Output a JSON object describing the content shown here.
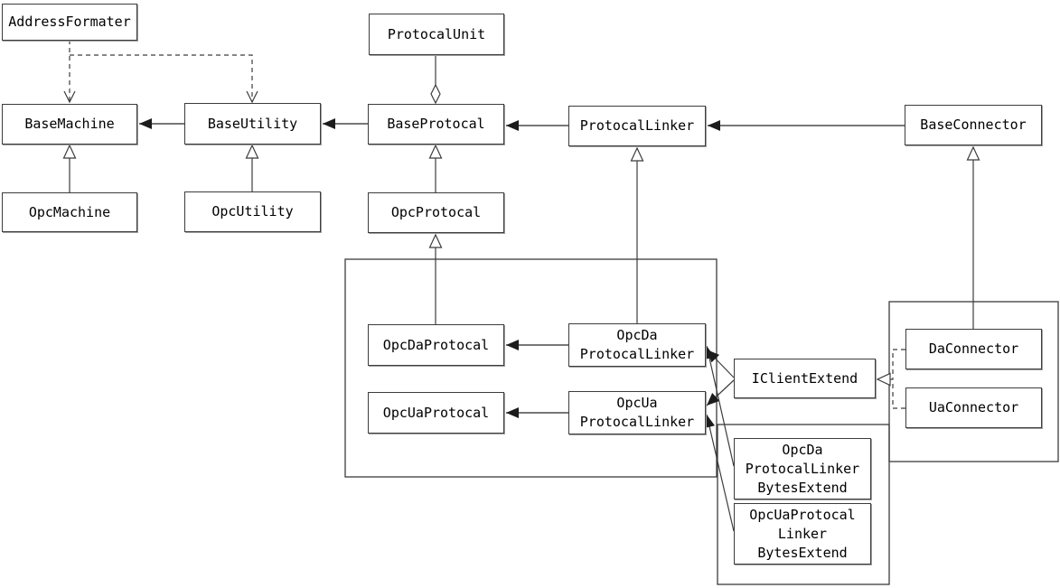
{
  "diagram": {
    "type": "uml-class-diagram",
    "colors": {
      "background": "#ffffff",
      "line": "#3c3c3c",
      "box_border": "#3c3c3c",
      "box_fill": "#ffffff",
      "text": "#000000"
    },
    "nodes": [
      {
        "id": "address-formater",
        "label": "AddressFormater"
      },
      {
        "id": "protocal-unit",
        "label": "ProtocalUnit"
      },
      {
        "id": "base-machine",
        "label": "BaseMachine"
      },
      {
        "id": "base-utility",
        "label": "BaseUtility"
      },
      {
        "id": "base-protocal",
        "label": "BaseProtocal"
      },
      {
        "id": "protocal-linker",
        "label": "ProtocalLinker"
      },
      {
        "id": "base-connector",
        "label": "BaseConnector"
      },
      {
        "id": "opc-machine",
        "label": "OpcMachine"
      },
      {
        "id": "opc-utility",
        "label": "OpcUtility"
      },
      {
        "id": "opc-protocal",
        "label": "OpcProtocal"
      },
      {
        "id": "opc-da-protocal",
        "label": "OpcDaProtocal"
      },
      {
        "id": "opc-da-protocal-linker",
        "label": "OpcDa\nProtocalLinker"
      },
      {
        "id": "opc-ua-protocal",
        "label": "OpcUaProtocal"
      },
      {
        "id": "opc-ua-protocal-linker",
        "label": "OpcUa\nProtocalLinker"
      },
      {
        "id": "i-client-extend",
        "label": "IClientExtend"
      },
      {
        "id": "da-connector",
        "label": "DaConnector"
      },
      {
        "id": "ua-connector",
        "label": "UaConnector"
      },
      {
        "id": "opc-da-protocal-linker-bytes-extend",
        "label": "OpcDa\nProtocalLinker\nBytesExtend"
      },
      {
        "id": "opc-ua-protocal-linker-bytes-extend",
        "label": "OpcUaProtocal\nLinker\nBytesExtend"
      }
    ],
    "relations": [
      {
        "from": "AddressFormater",
        "to": "BaseMachine",
        "type": "dependency"
      },
      {
        "from": "AddressFormater",
        "to": "BaseUtility",
        "type": "dependency"
      },
      {
        "from": "BaseUtility",
        "to": "BaseMachine",
        "type": "directed-association"
      },
      {
        "from": "BaseProtocal",
        "to": "BaseUtility",
        "type": "directed-association"
      },
      {
        "from": "ProtocalLinker",
        "to": "BaseProtocal",
        "type": "directed-association"
      },
      {
        "from": "BaseConnector",
        "to": "ProtocalLinker",
        "type": "directed-association"
      },
      {
        "from": "ProtocalUnit",
        "to": "BaseProtocal",
        "type": "aggregation"
      },
      {
        "from": "OpcMachine",
        "to": "BaseMachine",
        "type": "inheritance"
      },
      {
        "from": "OpcUtility",
        "to": "BaseUtility",
        "type": "inheritance"
      },
      {
        "from": "OpcProtocal",
        "to": "BaseProtocal",
        "type": "inheritance"
      },
      {
        "from": "OpcDaProtocal",
        "to": "OpcProtocal",
        "type": "inheritance"
      },
      {
        "from": "OpcDaProtocalLinker",
        "to": "ProtocalLinker",
        "type": "inheritance"
      },
      {
        "from": "DaConnector",
        "to": "BaseConnector",
        "type": "inheritance"
      },
      {
        "from": "OpcDaProtocalLinker",
        "to": "OpcDaProtocal",
        "type": "directed-association"
      },
      {
        "from": "OpcUaProtocalLinker",
        "to": "OpcUaProtocal",
        "type": "directed-association"
      },
      {
        "from": "IClientExtend",
        "to": "OpcDaProtocalLinker",
        "type": "directed-association"
      },
      {
        "from": "IClientExtend",
        "to": "OpcUaProtocalLinker",
        "type": "directed-association"
      },
      {
        "from": "OpcDaProtocalLinkerBytesExtend",
        "to": "OpcDaProtocalLinker",
        "type": "directed-association"
      },
      {
        "from": "OpcUaProtocalLinkerBytesExtend",
        "to": "OpcUaProtocalLinker",
        "type": "directed-association"
      },
      {
        "from": "DaConnector",
        "to": "IClientExtend",
        "type": "realization"
      },
      {
        "from": "UaConnector",
        "to": "IClientExtend",
        "type": "realization"
      }
    ],
    "groups": [
      {
        "id": "opc-protocal-group",
        "members": [
          "OpcDaProtocal",
          "OpcDaProtocalLinker",
          "OpcUaProtocal",
          "OpcUaProtocalLinker"
        ]
      },
      {
        "id": "bytes-extend-group",
        "members": [
          "OpcDaProtocalLinkerBytesExtend",
          "OpcUaProtocalLinkerBytesExtend"
        ]
      },
      {
        "id": "connector-group",
        "members": [
          "DaConnector",
          "UaConnector"
        ]
      }
    ]
  }
}
